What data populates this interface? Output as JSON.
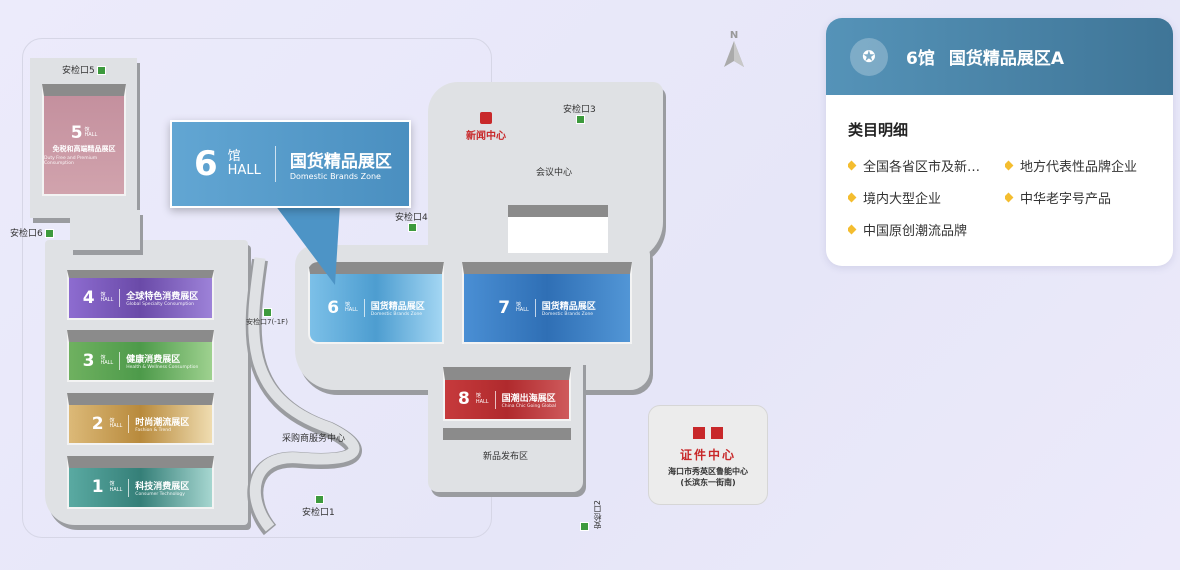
{
  "map": {
    "halls": [
      {
        "num": "5",
        "guan": "馆",
        "hall": "HALL",
        "zh": "免税和高端精品展区",
        "en": "Duty Free and Premium Consumption",
        "color": "#c4909e"
      },
      {
        "num": "4",
        "guan": "馆",
        "hall": "HALL",
        "zh": "全球特色消费展区",
        "en": "Global Specialty Consumption",
        "color": "#7d5cbf"
      },
      {
        "num": "3",
        "guan": "馆",
        "hall": "HALL",
        "zh": "健康消费展区",
        "en": "Health & Wellness Consumption",
        "color": "#6fb160"
      },
      {
        "num": "2",
        "guan": "馆",
        "hall": "HALL",
        "zh": "时尚潮流展区",
        "en": "Fashion & Trend",
        "color": "#c69a4c"
      },
      {
        "num": "1",
        "guan": "馆",
        "hall": "HALL",
        "zh": "科技消费展区",
        "en": "Consumer Technology",
        "color": "#4a9a91"
      },
      {
        "num": "6",
        "guan": "馆",
        "hall": "HALL",
        "zh": "国货精品展区",
        "en": "Domestic Brands Zone",
        "color": "#6fb5e0"
      },
      {
        "num": "7",
        "guan": "馆",
        "hall": "HALL",
        "zh": "国货精品展区",
        "en": "Domestic Brands Zone",
        "color": "#3a7ec5"
      },
      {
        "num": "8",
        "guan": "馆",
        "hall": "HALL",
        "zh": "国潮出海展区",
        "en": "China Chic Going Global",
        "color": "#c0383a"
      }
    ],
    "callout": {
      "num": "6",
      "guan": "馆",
      "hall": "HALL",
      "zh": "国货精品展区",
      "en": "Domestic Brands Zone"
    },
    "gates": [
      "安检口5",
      "安检口6",
      "安检口7(-1F)",
      "安检口4",
      "安检口3",
      "安检口1",
      "安检口2"
    ],
    "places": {
      "press": "新闻中心",
      "conference": "会议中心",
      "buyer": "采购商服务中心",
      "launch": "新品发布区"
    },
    "cert": {
      "title": "证件中心",
      "addr1": "海口市秀英区鲁能中心",
      "addr2": "(长滨东一街南)"
    },
    "compass": "N"
  },
  "panel": {
    "icon": "star-badge-icon",
    "title": "6馆",
    "subtitle": "国货精品展区A",
    "section": "类目明细",
    "items": [
      "全国各省区市及新…",
      "地方代表性品牌企业",
      "境内大型企业",
      "中华老字号产品",
      "中国原创潮流品牌"
    ],
    "accent": "#f4bd2f"
  }
}
